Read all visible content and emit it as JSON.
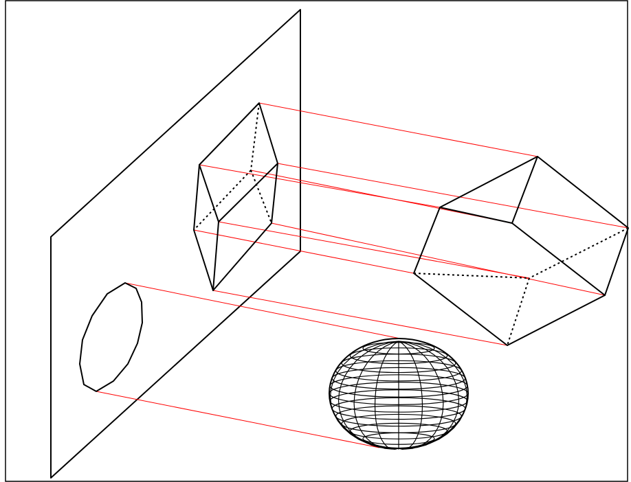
{
  "figure": {
    "description_free": true,
    "colors": {
      "edges": "#000000",
      "projection_lines": "#ff0000",
      "background": "#ffffff"
    },
    "elements": [
      "projection-plane",
      "cube-projection",
      "cube",
      "circle-projection",
      "sphere"
    ]
  }
}
